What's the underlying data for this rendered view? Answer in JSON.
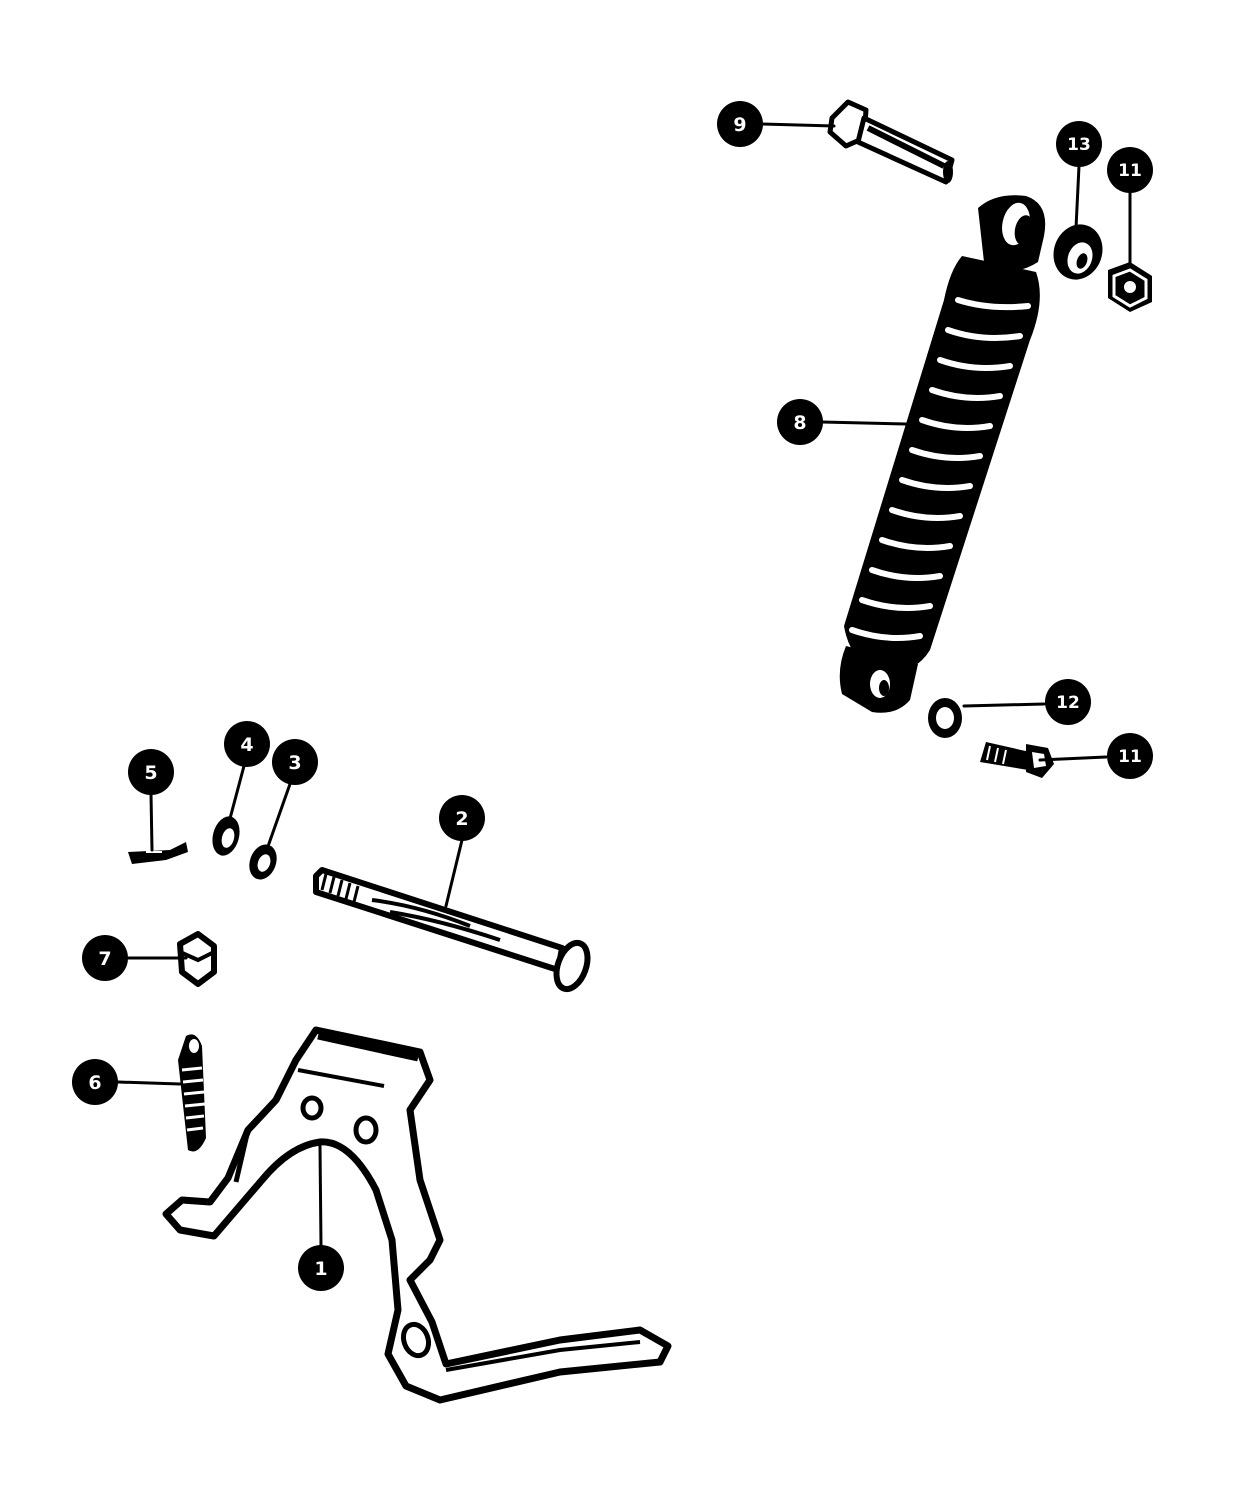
{
  "diagram": {
    "ink_color": "#000000",
    "paper_color": "#ffffff",
    "callouts": {
      "c1": "1",
      "c2": "2",
      "c3": "3",
      "c4": "4",
      "c5": "5",
      "c6": "6",
      "c7": "7",
      "c8": "8",
      "c9": "9",
      "c11a": "11",
      "c11b": "11",
      "c12": "12",
      "c13": "13"
    }
  }
}
